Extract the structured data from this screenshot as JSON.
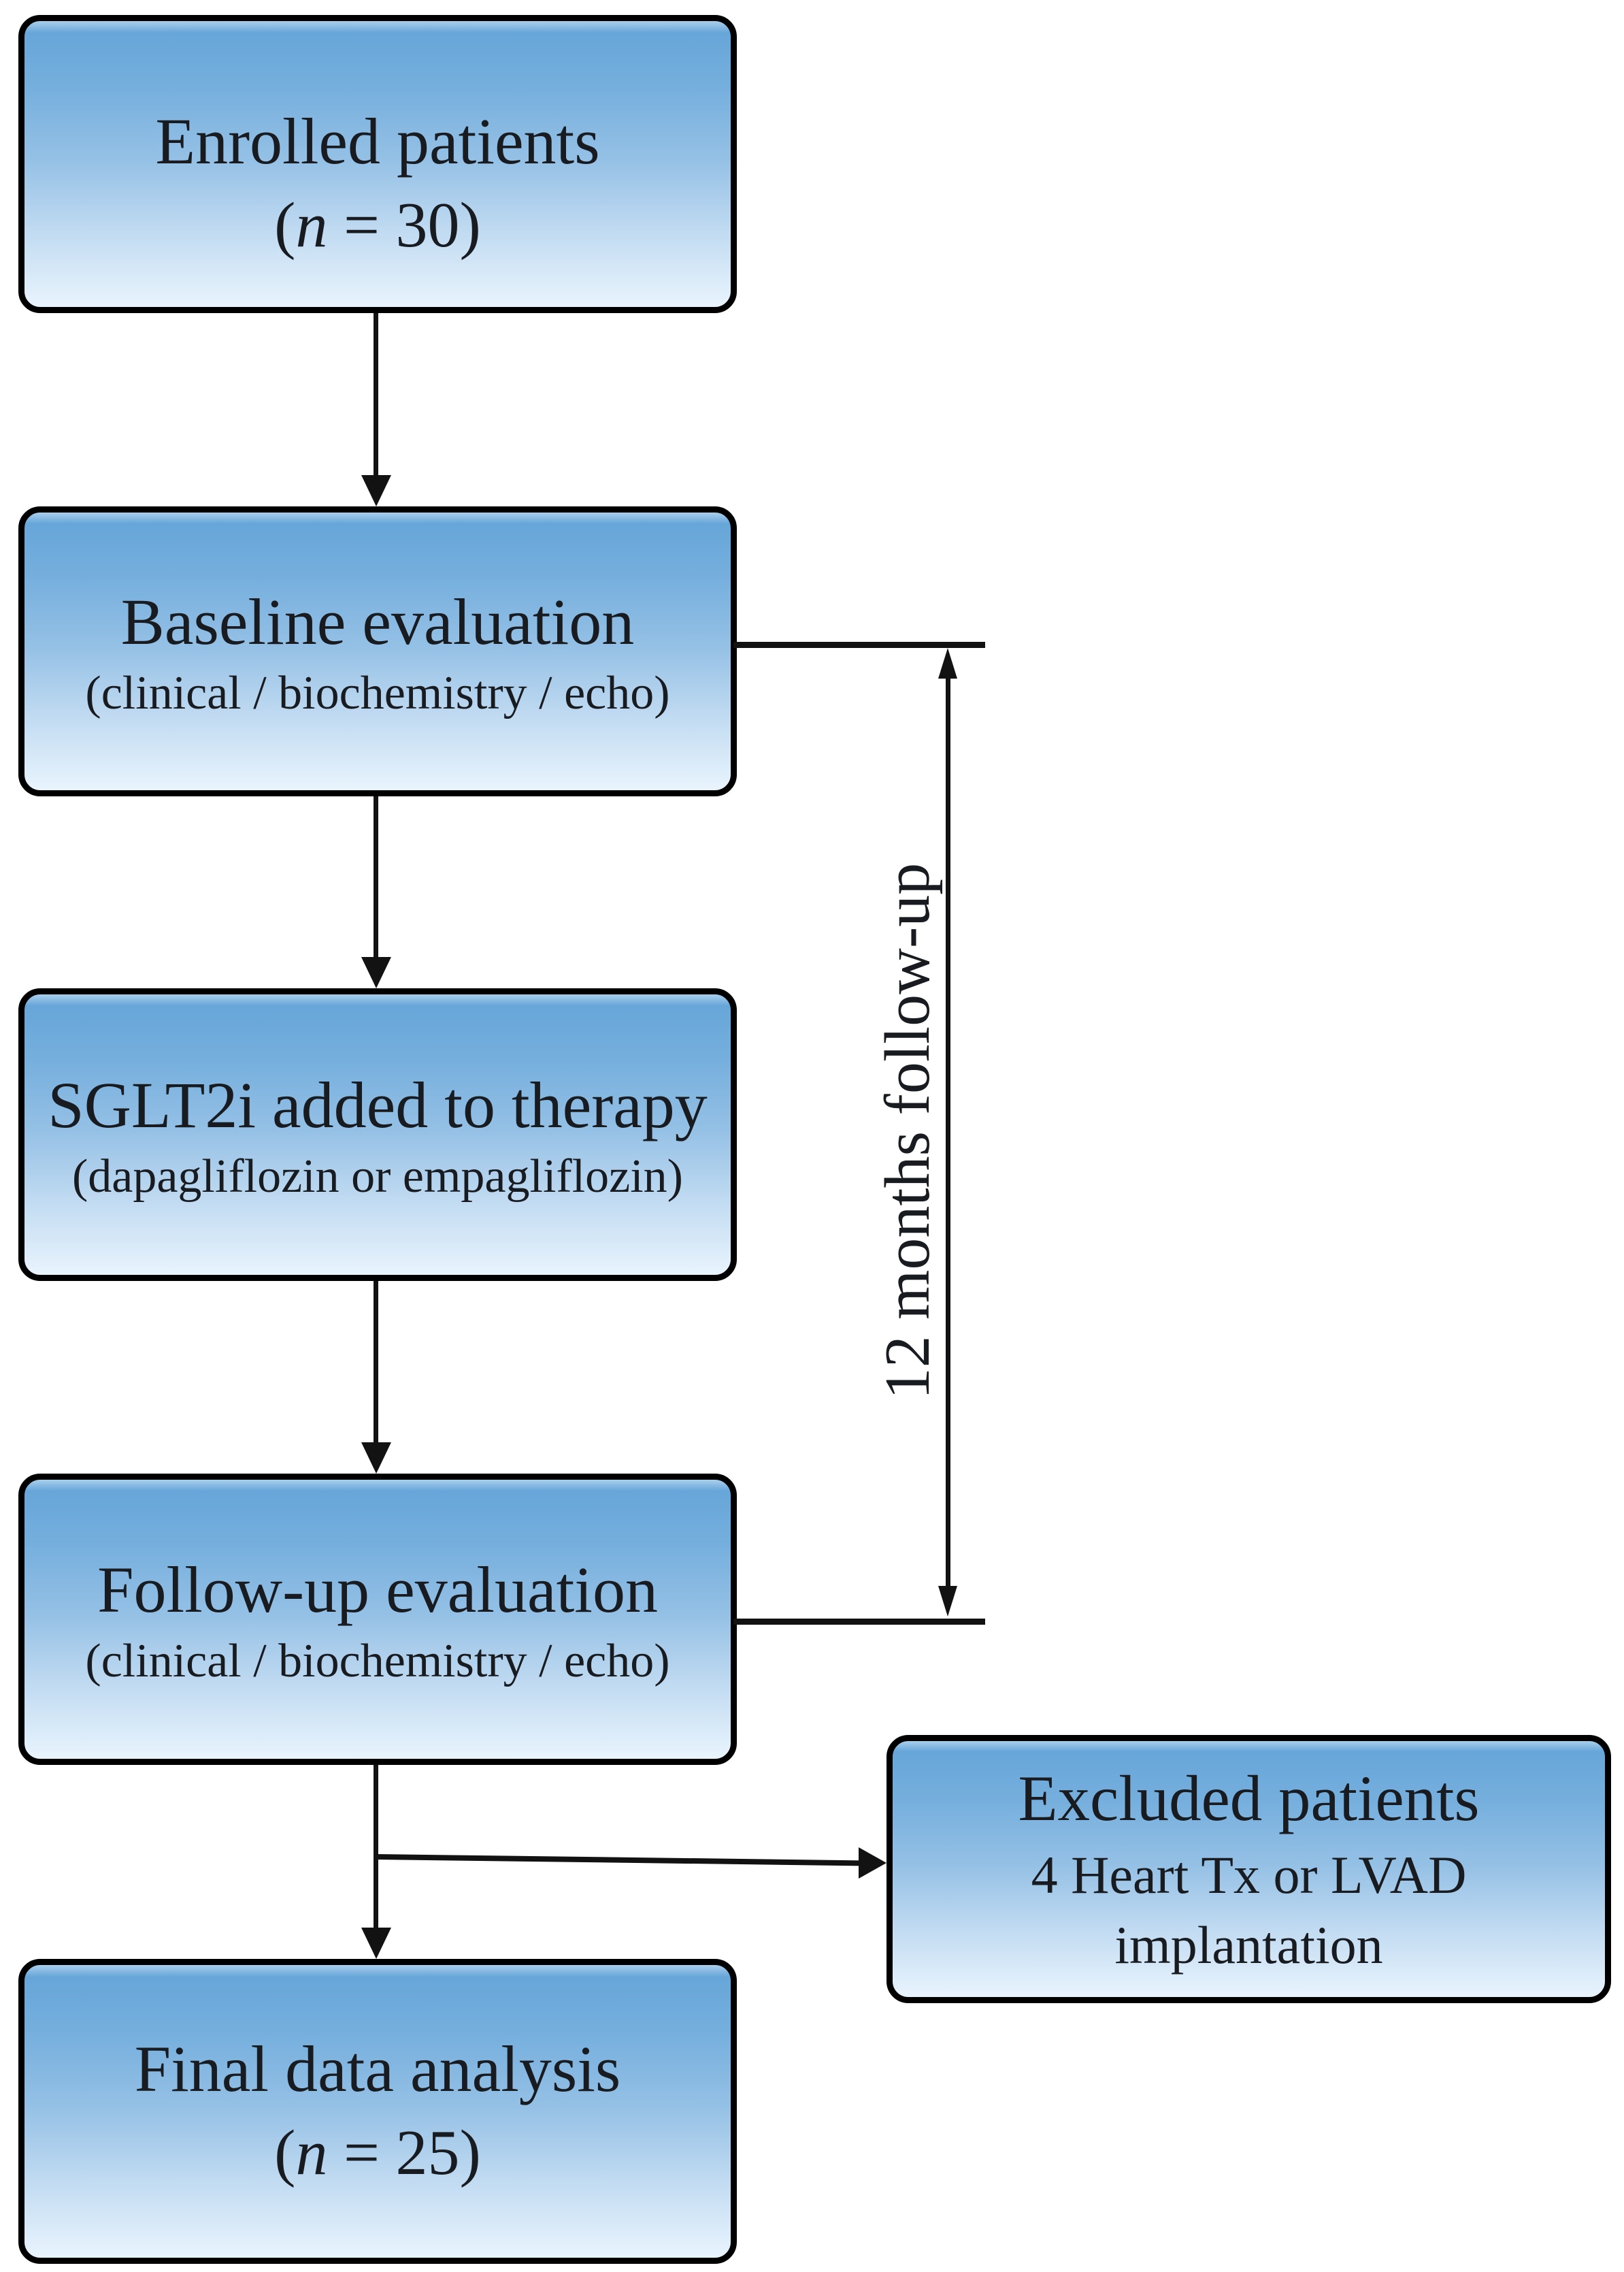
{
  "colors": {
    "line": "#121212",
    "box-border": "#000000",
    "text": "#181b20",
    "grad-edge": "#a9cfec",
    "grad-top": "#67a6d9",
    "grad-mid": "#94c0e5",
    "grad-low": "#c3dcf2",
    "grad-bottom": "#e9f4fd",
    "page-bg": "#ffffff"
  },
  "flow": {
    "nodes": {
      "enrolled": {
        "title": "Enrolled patients",
        "math": {
          "open": "(",
          "var": "n",
          "eq": " = ",
          "value": "30",
          "close": ")"
        }
      },
      "baseline": {
        "title": "Baseline evaluation",
        "subtitle": "(clinical / biochemistry / echo)"
      },
      "sglt2i": {
        "title": "SGLT2i added to therapy",
        "subtitle": "(dapagliflozin or empagliflozin)"
      },
      "followup": {
        "title": "Follow-up evaluation",
        "subtitle": "(clinical / biochemistry / echo)"
      },
      "final": {
        "title": "Final data analysis",
        "math": {
          "open": "(",
          "var": "n",
          "eq": " = ",
          "value": "25",
          "close": ")"
        }
      },
      "excluded": {
        "title": "Excluded patients",
        "detail_line1": "4 Heart Tx or LVAD",
        "detail_line2": "implantation"
      }
    },
    "annotations": {
      "duration_label": "12 months follow-up"
    }
  }
}
